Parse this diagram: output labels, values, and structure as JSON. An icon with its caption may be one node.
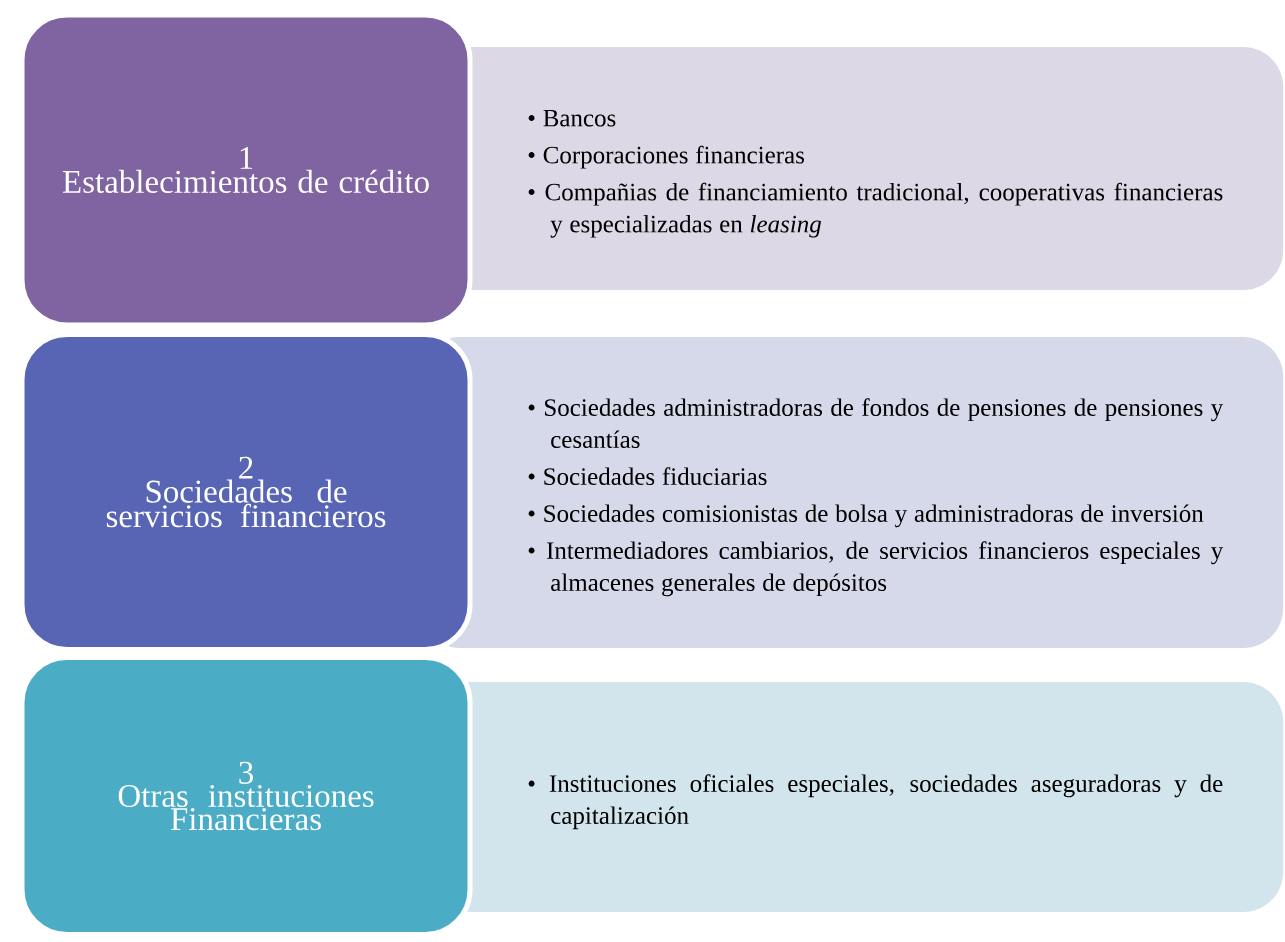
{
  "diagram": {
    "nodes": [
      {
        "text": [
          "1",
          "Establecimientos de crédito"
        ]
      },
      {
        "text": [
          "• Bancos",
          "• Corporaciones financieras",
          "• Compañias de financiamiento tradicional, cooperativas financieras y especializadas en *leasing*"
        ]
      },
      {
        "text": [
          "2",
          "Sociedades de servicios financieros"
        ]
      },
      {
        "text": [
          "• Sociedades administradoras de fondos de pensiones de pensiones y cesantías",
          "• Sociedades fiduciarias",
          "• Sociedades comisionistas de bolsa y administradoras de inversión",
          "• Intermediadores cambiarios, de servicios financieros especiales y almacenes generales de depósitos"
        ]
      },
      {
        "text": [
          "3",
          "Otras instituciones Financieras"
        ]
      },
      {
        "text": [
          "• Instituciones oficiales especiales, sociedades aseguradoras y de capitalización"
        ]
      }
    ]
  }
}
